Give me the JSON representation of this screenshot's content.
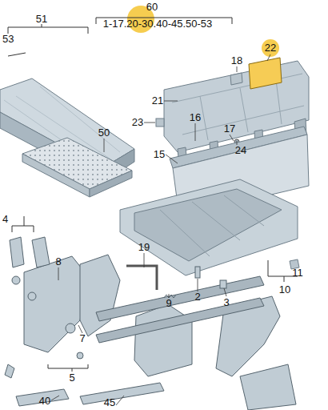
{
  "diagram": {
    "labels": [
      "60",
      "51",
      "1-17.20-30.40-45.50-53",
      "53",
      "22",
      "18",
      "21",
      "23",
      "16",
      "17",
      "24",
      "15",
      "50",
      "4",
      "19",
      "8",
      "2",
      "9",
      "3",
      "11",
      "10",
      "7",
      "5",
      "40",
      "45"
    ]
  }
}
